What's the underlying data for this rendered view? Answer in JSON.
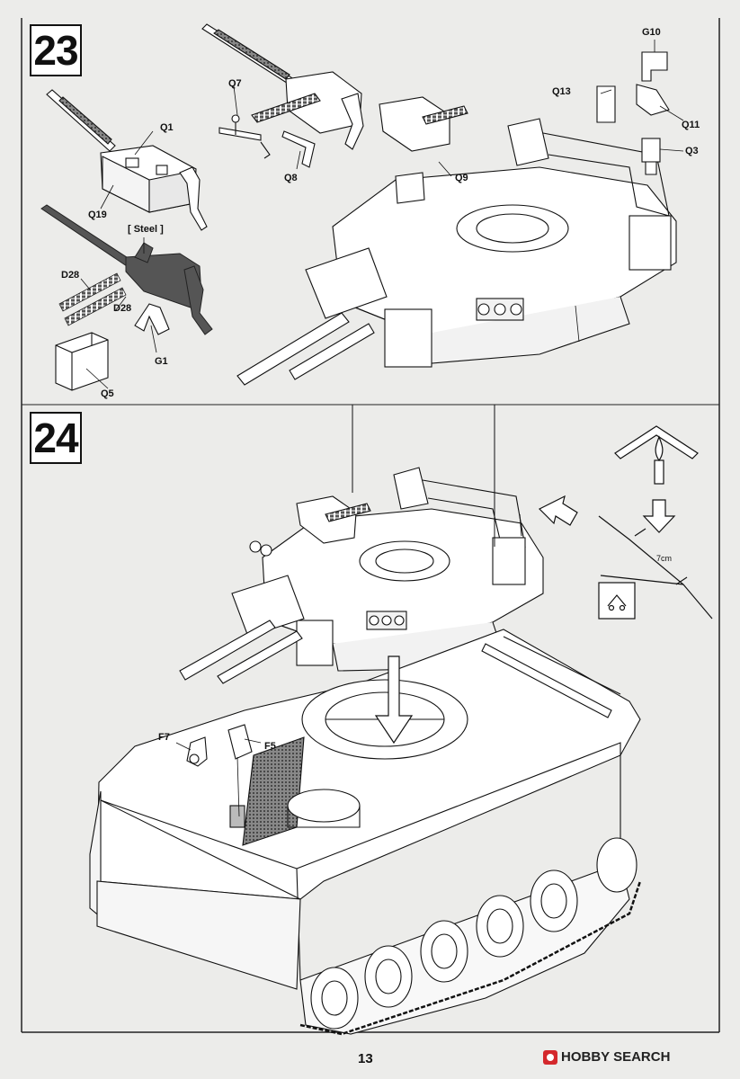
{
  "steps": [
    {
      "number": "23"
    },
    {
      "number": "24"
    }
  ],
  "step23": {
    "parts": {
      "q7": "Q7",
      "q1": "Q1",
      "q8": "Q8",
      "q19": "Q19",
      "steel": "[ Steel ]",
      "d28a": "D28",
      "d28b": "D28",
      "g1": "G1",
      "q5": "Q5",
      "q9": "Q9",
      "g10": "G10",
      "q13": "Q13",
      "q11": "Q11",
      "q3": "Q3"
    }
  },
  "step24": {
    "parts": {
      "f7": "F7",
      "f5": "F5"
    },
    "stretch_length": "7cm"
  },
  "footer": {
    "page_number": "13",
    "watermark": "HOBBY SEARCH"
  }
}
